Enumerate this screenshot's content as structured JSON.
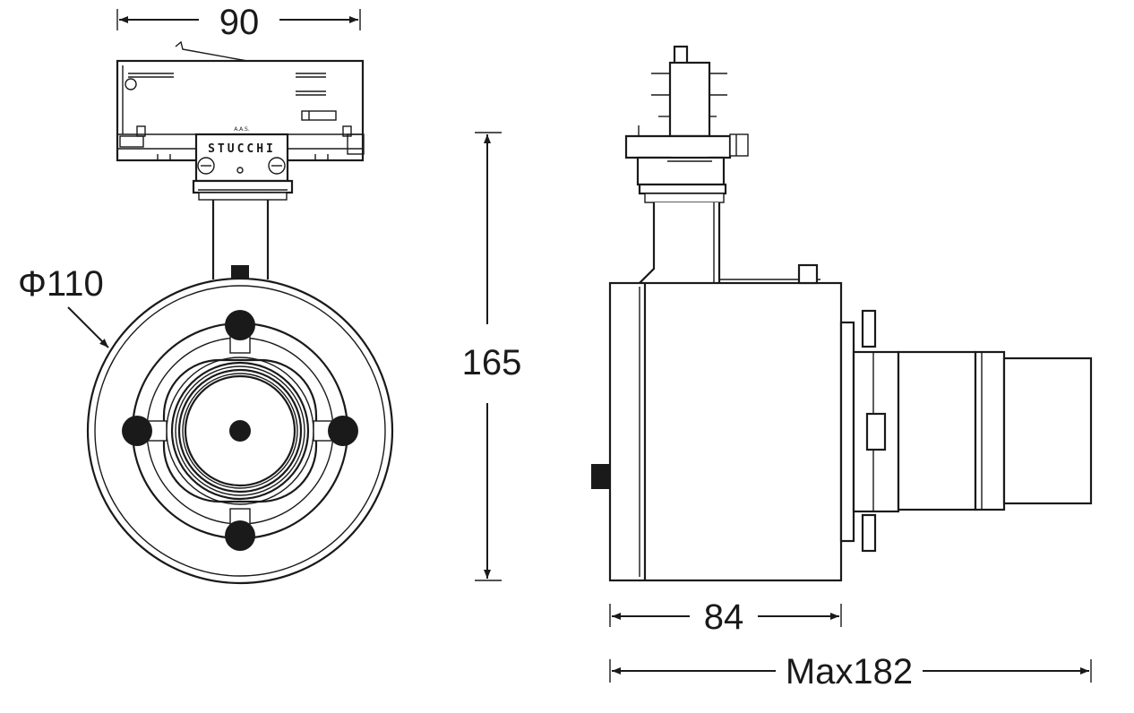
{
  "dimensions": {
    "width_front": "90",
    "diameter": "Φ110",
    "height": "165",
    "body_length": "84",
    "max_length": "Max182"
  },
  "branding": {
    "logo_text": "STUCCHI",
    "logo_small": "A.A.S."
  }
}
